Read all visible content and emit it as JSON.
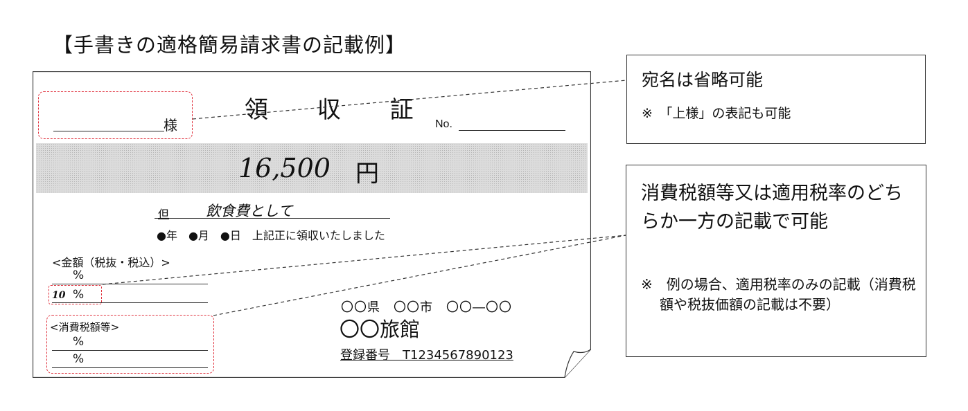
{
  "page_title": "【手書きの適格簡易請求書の記載例】",
  "receipt": {
    "title": "領 収 証",
    "addressee_suffix": "様",
    "no_label": "No.",
    "amount": "16,500",
    "yen": "円",
    "tadashi": "但",
    "purpose": "飲食費として",
    "date_text": "●年　●月　●日　上記正に領収いたしました",
    "amount_heading": "<金額（税抜・税込）>",
    "rate_row_1": "%",
    "rate_row_2": "%",
    "handwritten_rate": "10",
    "tax_heading": "<消費税額等>",
    "tax_row_1": "%",
    "tax_row_2": "%",
    "address": "〇〇県　〇〇市　〇〇―〇〇",
    "store_name": "〇〇旅館",
    "registration": "登録番号　T1234567890123"
  },
  "callout_addressee": {
    "main": "宛名は省略可能",
    "note": "※　「上様」の表記も可能"
  },
  "callout_tax": {
    "main": "消費税額等又は適用税率のどちらか一方の記載で可能",
    "note": "※　例の場合、適用税率のみの記載（消費税額や税抜価額の記載は不要）"
  }
}
